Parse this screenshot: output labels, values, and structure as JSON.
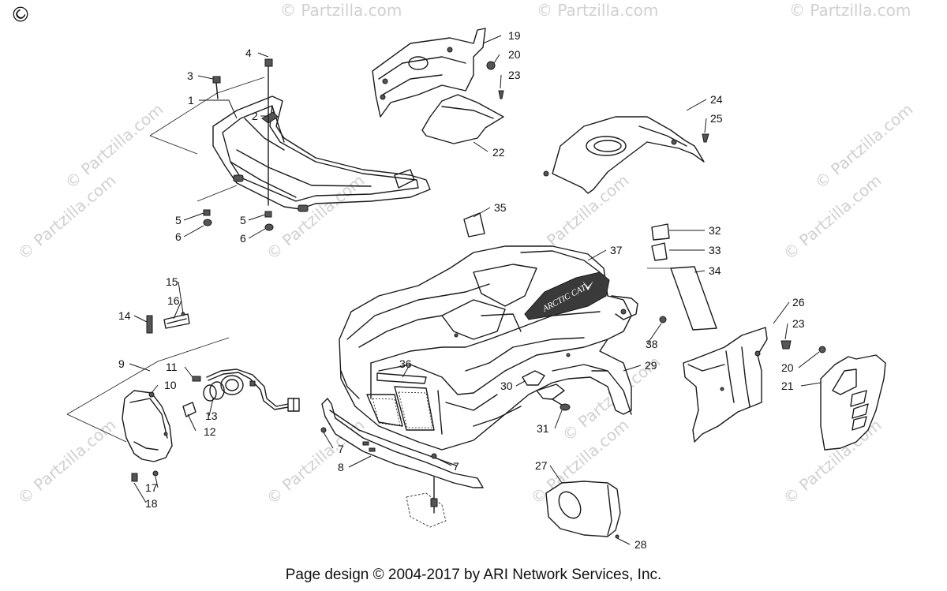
{
  "footer": "Page design © 2004-2017 by ARI Network Services, Inc.",
  "corner_mark": "©",
  "watermark_text": "© Partzilla.com",
  "decal_text": "ARCTIC CAT",
  "callouts": [
    {
      "id": "c1",
      "label": "1"
    },
    {
      "id": "c2",
      "label": "2"
    },
    {
      "id": "c3",
      "label": "3"
    },
    {
      "id": "c4",
      "label": "4"
    },
    {
      "id": "c5a",
      "label": "5"
    },
    {
      "id": "c5b",
      "label": "5"
    },
    {
      "id": "c6a",
      "label": "6"
    },
    {
      "id": "c6b",
      "label": "6"
    },
    {
      "id": "c7a",
      "label": "7"
    },
    {
      "id": "c7b",
      "label": "7"
    },
    {
      "id": "c8",
      "label": "8"
    },
    {
      "id": "c9",
      "label": "9"
    },
    {
      "id": "c10",
      "label": "10"
    },
    {
      "id": "c11",
      "label": "11"
    },
    {
      "id": "c12",
      "label": "12"
    },
    {
      "id": "c13",
      "label": "13"
    },
    {
      "id": "c14",
      "label": "14"
    },
    {
      "id": "c15",
      "label": "15"
    },
    {
      "id": "c16",
      "label": "16"
    },
    {
      "id": "c17",
      "label": "17"
    },
    {
      "id": "c18",
      "label": "18"
    },
    {
      "id": "c19",
      "label": "19"
    },
    {
      "id": "c20a",
      "label": "20"
    },
    {
      "id": "c20b",
      "label": "20"
    },
    {
      "id": "c21",
      "label": "21"
    },
    {
      "id": "c22",
      "label": "22"
    },
    {
      "id": "c23a",
      "label": "23"
    },
    {
      "id": "c23b",
      "label": "23"
    },
    {
      "id": "c24",
      "label": "24"
    },
    {
      "id": "c25",
      "label": "25"
    },
    {
      "id": "c26",
      "label": "26"
    },
    {
      "id": "c27",
      "label": "27"
    },
    {
      "id": "c28",
      "label": "28"
    },
    {
      "id": "c29",
      "label": "29"
    },
    {
      "id": "c30",
      "label": "30"
    },
    {
      "id": "c31",
      "label": "31"
    },
    {
      "id": "c32",
      "label": "32"
    },
    {
      "id": "c33",
      "label": "33"
    },
    {
      "id": "c34",
      "label": "34"
    },
    {
      "id": "c35",
      "label": "35"
    },
    {
      "id": "c36",
      "label": "36"
    },
    {
      "id": "c37",
      "label": "37"
    },
    {
      "id": "c38",
      "label": "38"
    }
  ]
}
